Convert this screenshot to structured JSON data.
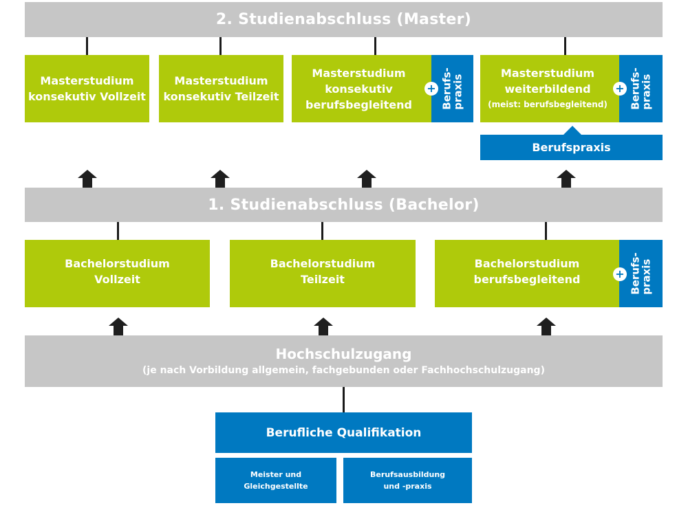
{
  "master_level": {
    "title": "2. Studienabschluss (Master)",
    "programs": [
      {
        "line1": "Masterstudium",
        "line2": "konsekutiv Vollzeit"
      },
      {
        "line1": "Masterstudium",
        "line2": "konsekutiv Teilzeit"
      },
      {
        "line1": "Masterstudium",
        "line2": "konsekutiv",
        "line3": "berufsbegleitend",
        "addon": "Berufs-\npraxis"
      },
      {
        "line1": "Masterstudium",
        "line2": "weiterbildend",
        "line3": "(meist: berufsbegleitend)",
        "addon": "Berufs-\npraxis"
      }
    ],
    "prerequisite": "Berufspraxis",
    "plus_symbol": "+"
  },
  "bachelor_level": {
    "title": "1. Studienabschluss (Bachelor)",
    "programs": [
      {
        "line1": "Bachelorstudium",
        "line2": "Vollzeit"
      },
      {
        "line1": "Bachelorstudium",
        "line2": "Teilzeit"
      },
      {
        "line1": "Bachelorstudium",
        "line2": "berufsbegleitend",
        "addon": "Berufs-\npraxis"
      }
    ]
  },
  "access": {
    "title": "Hochschulzugang",
    "subtitle": "(je nach Vorbildung allgemein, fachgebunden oder Fachhochschulzugang)"
  },
  "qualification": {
    "title": "Berufliche Qualifikation",
    "items": [
      {
        "line1": "Meister und",
        "line2": "Gleichgestellte"
      },
      {
        "line1": "Berufsausbildung",
        "line2": "und -praxis"
      }
    ]
  },
  "colors": {
    "gray": "#c6c6c6",
    "green": "#afca0b",
    "blue": "#0079c1",
    "connector": "#1a1a1a"
  }
}
